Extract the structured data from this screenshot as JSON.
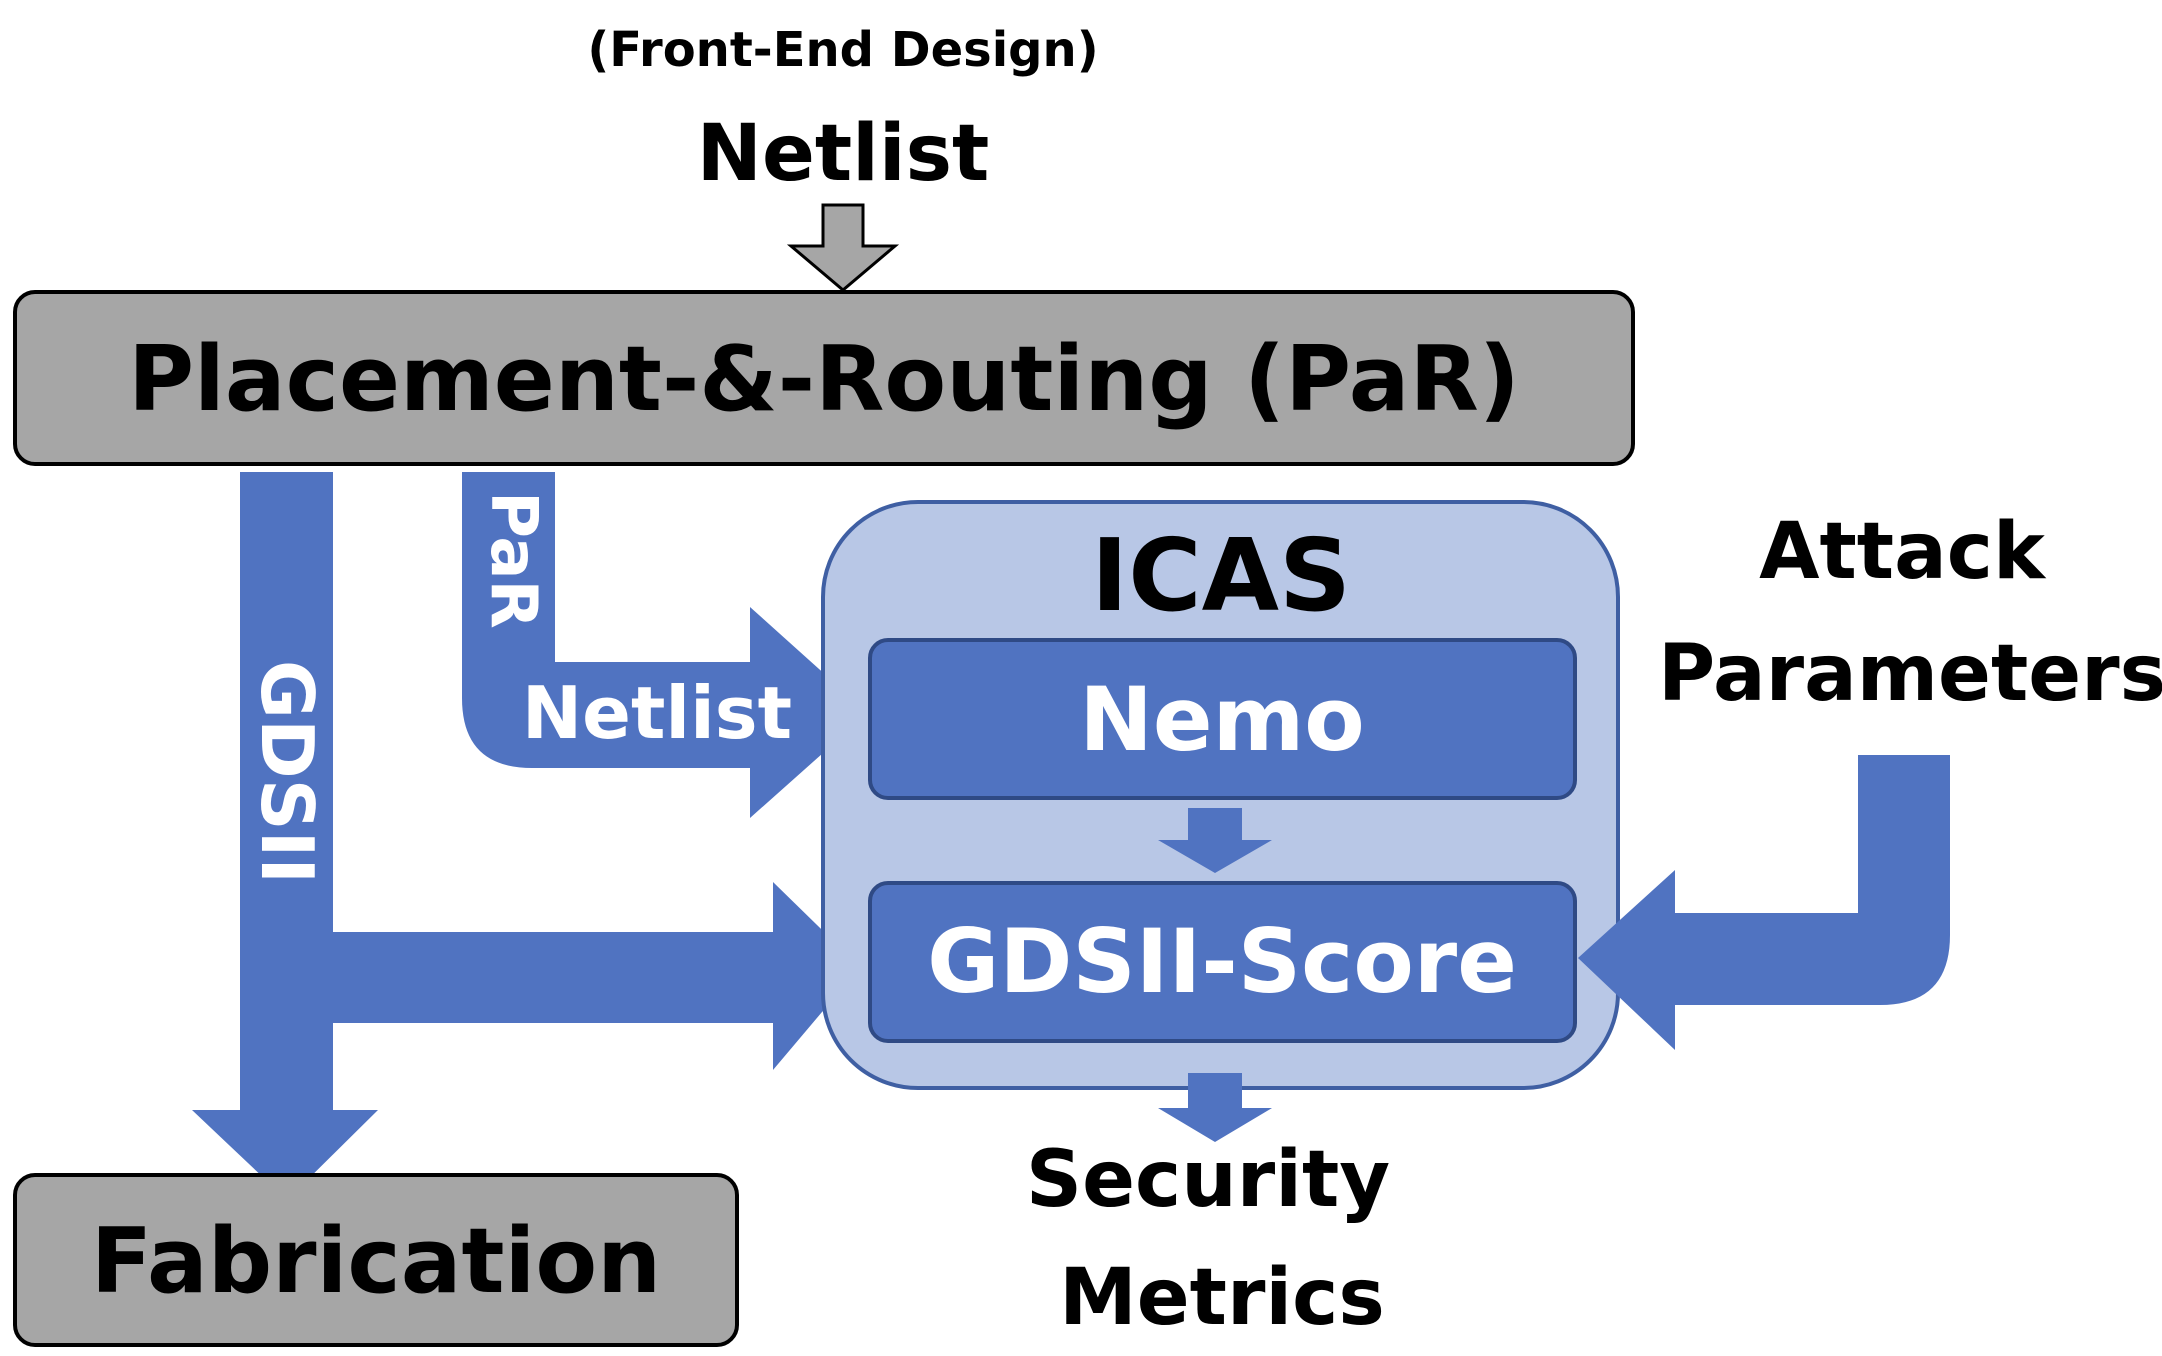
{
  "top_note": "(Front-End Design)",
  "input_label": "Netlist",
  "par_box": {
    "label": "Placement-&-Routing (PaR)"
  },
  "fabrication_box": {
    "label": "Fabrication"
  },
  "icas": {
    "title": "ICAS",
    "nemo_label": "Nemo",
    "score_label": "GDSII-Score"
  },
  "flows": {
    "gdsii_vertical": "GDSII",
    "par_vertical": "PaR",
    "par_netlist": "Netlist"
  },
  "attack": {
    "line1": "Attack",
    "line2": "Parameters"
  },
  "output": {
    "line1": "Security",
    "line2": "Metrics"
  },
  "colors": {
    "gray_box": "#a6a6a6",
    "flow_blue": "#5073c1",
    "icas_container": "#b8c7e6",
    "icas_border": "#3f5fa3",
    "inner_box": "#5073c1",
    "inner_border": "#2f4a85",
    "outline": "#000000"
  }
}
